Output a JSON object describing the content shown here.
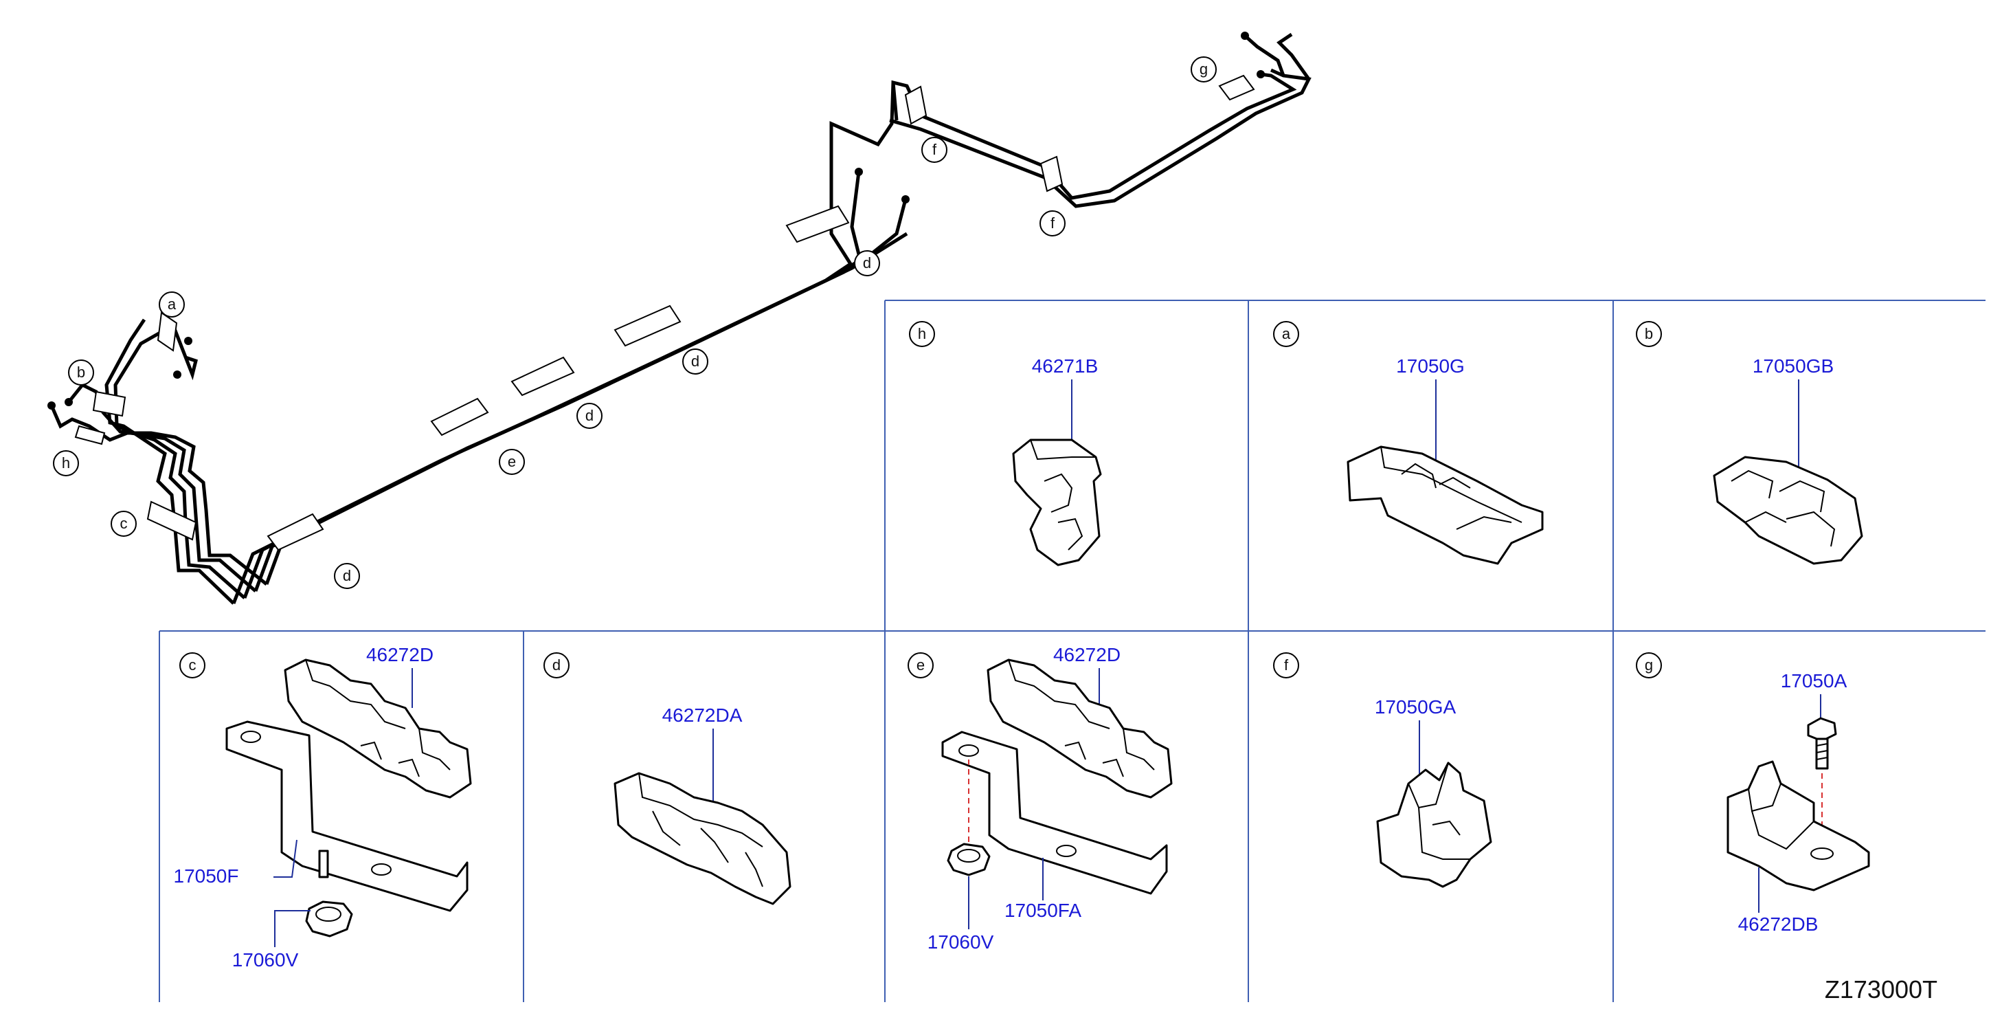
{
  "diagram_code": "Z173000T",
  "pipe_callouts": [
    "a",
    "b",
    "h",
    "c",
    "d",
    "d",
    "d",
    "e",
    "d",
    "f",
    "f",
    "g"
  ],
  "panels": {
    "h": {
      "letter": "h",
      "parts": [
        "46271B"
      ]
    },
    "a": {
      "letter": "a",
      "parts": [
        "17050G"
      ]
    },
    "b": {
      "letter": "b",
      "parts": [
        "17050GB"
      ]
    },
    "c": {
      "letter": "c",
      "parts": [
        "46272D",
        "17050F",
        "17060V"
      ]
    },
    "d": {
      "letter": "d",
      "parts": [
        "46272DA"
      ]
    },
    "e": {
      "letter": "e",
      "parts": [
        "46272D",
        "17050FA",
        "17060V"
      ]
    },
    "f": {
      "letter": "f",
      "parts": [
        "17050GA"
      ]
    },
    "g": {
      "letter": "g",
      "parts": [
        "17050A",
        "46272DB"
      ]
    }
  }
}
